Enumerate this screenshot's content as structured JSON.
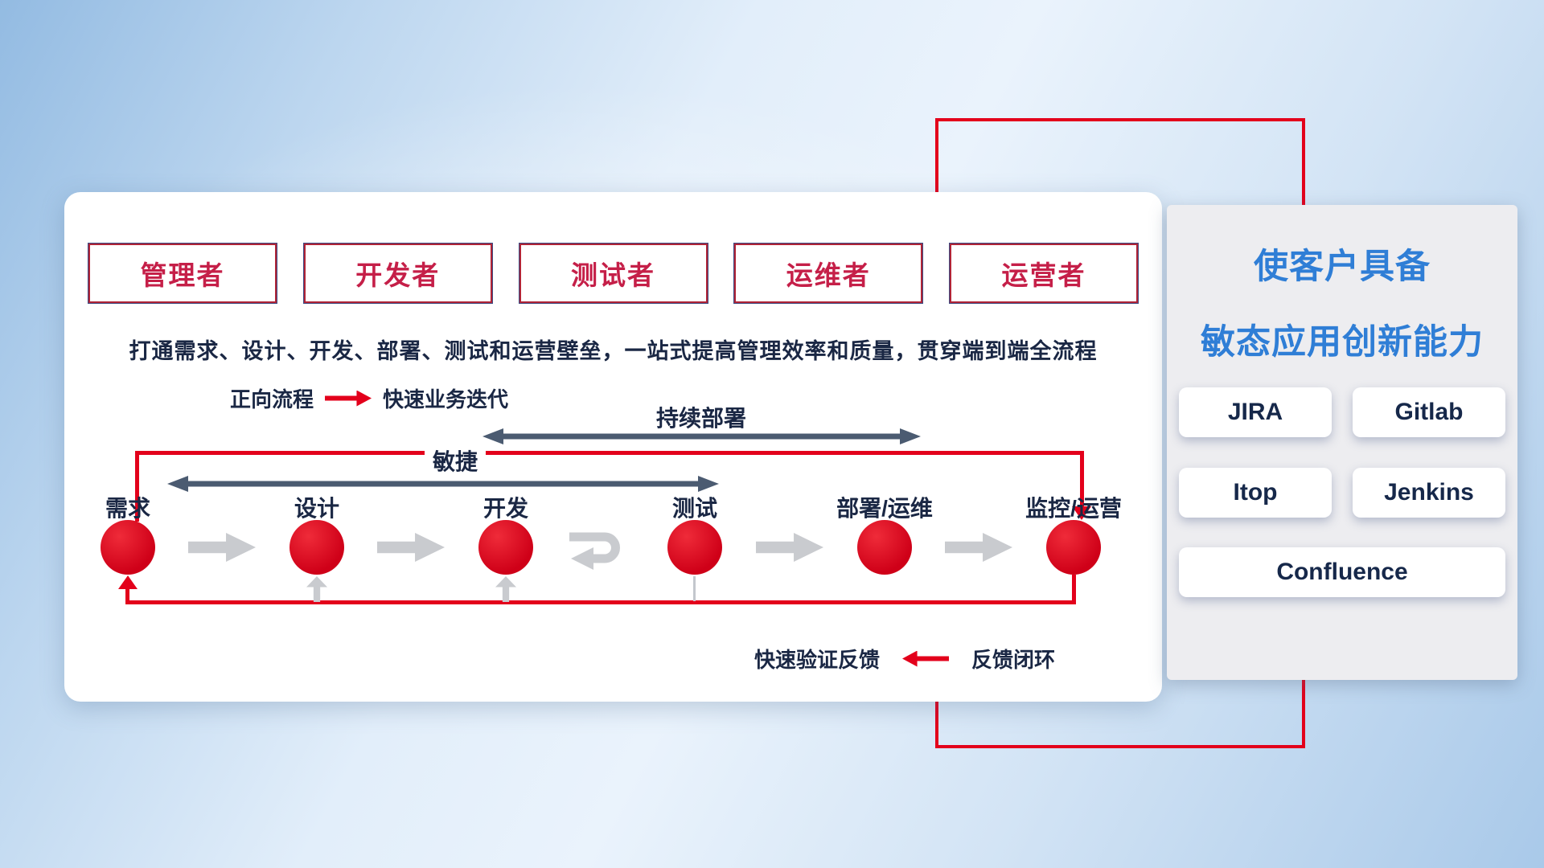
{
  "main_panel": {
    "roles": [
      "管理者",
      "开发者",
      "测试者",
      "运维者",
      "运营者"
    ],
    "subtitle": "打通需求、设计、开发、部署、测试和运营壁垒，一站式提高管理效率和质量，贯穿端到端全流程",
    "forward_legend": {
      "label": "正向流程",
      "desc": "快速业务迭代"
    },
    "feedback_legend": {
      "desc": "快速验证反馈",
      "label": "反馈闭环"
    },
    "span_labels": {
      "continuous_deployment": "持续部署",
      "agile": "敏捷"
    },
    "stages": [
      "需求",
      "设计",
      "开发",
      "测试",
      "部署/运维",
      "监控/运营"
    ]
  },
  "side_panel": {
    "title_line1": "使客户具备",
    "title_line2": "敏态应用创新能力",
    "tools": [
      "JIRA",
      "Gitlab",
      "Itop",
      "Jenkins",
      "Confluence"
    ]
  },
  "colors": {
    "accent_red": "#e3001b",
    "role_text": "#c51f48",
    "navy_text": "#1a2744",
    "slate_arrow": "#4b5b71",
    "gray_arrow": "#c9cbcf",
    "title_blue": "#2f7ed6",
    "tool_text": "#16284a"
  }
}
